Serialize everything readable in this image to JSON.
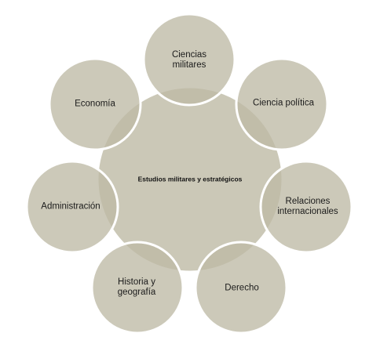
{
  "center": {
    "label": "Estudios militares y estratégicos"
  },
  "nodes": [
    {
      "id": "ciencias-militares",
      "lines": [
        "Ciencias",
        "militares"
      ]
    },
    {
      "id": "ciencia-politica",
      "lines": [
        "Ciencia política"
      ]
    },
    {
      "id": "relaciones-internacionales",
      "lines": [
        "Relaciones",
        "internacionales"
      ]
    },
    {
      "id": "derecho",
      "lines": [
        "Derecho"
      ]
    },
    {
      "id": "historia-geografia",
      "lines": [
        "Historia y",
        "geografía"
      ]
    },
    {
      "id": "administracion",
      "lines": [
        "Administración"
      ]
    },
    {
      "id": "economia",
      "lines": [
        "Economía"
      ]
    }
  ],
  "colors": {
    "circle_fill": "#beba a5",
    "circle_stroke": "#ffffff",
    "text": "#1b1b1b"
  }
}
